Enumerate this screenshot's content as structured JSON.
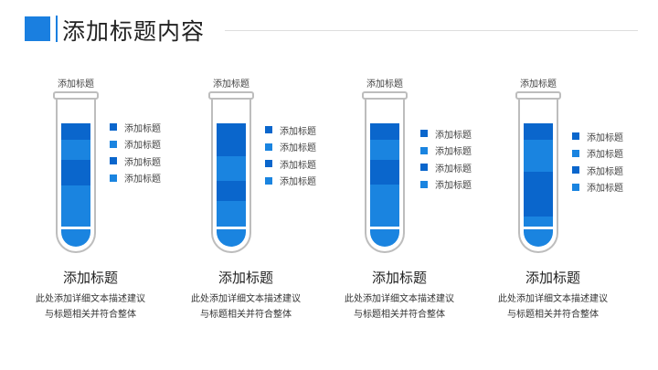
{
  "header": {
    "title": "添加标题内容",
    "accent": "#1a7fe0"
  },
  "colors": {
    "dark": "#0a66cc",
    "light": "#1a84e0"
  },
  "tubes": [
    {
      "label": "添加标题",
      "segments_percent": [
        16,
        19,
        25,
        40
      ],
      "legend": [
        "添加标题",
        "添加标题",
        "添加标题",
        "添加标题"
      ],
      "title": "添加标题",
      "desc_line1": "此处添加详细文本描述建议",
      "desc_line2": "与标题相关并符合整体"
    },
    {
      "label": "添加标题",
      "segments_percent": [
        32,
        24,
        19,
        25
      ],
      "legend": [
        "添加标题",
        "添加标题",
        "添加标题",
        "添加标题"
      ],
      "title": "添加标题",
      "desc_line1": "此处添加详细文本描述建议",
      "desc_line2": "与标题相关并符合整体"
    },
    {
      "label": "添加标题",
      "segments_percent": [
        16,
        19,
        24,
        41
      ],
      "legend": [
        "添加标题",
        "添加标题",
        "添加标题",
        "添加标题"
      ],
      "title": "添加标题",
      "desc_line1": "此处添加详细文本描述建议",
      "desc_line2": "与标题相关并符合整体"
    },
    {
      "label": "添加标题",
      "segments_percent": [
        16,
        31,
        43,
        10
      ],
      "legend": [
        "添加标题",
        "添加标题",
        "添加标题",
        "添加标题"
      ],
      "title": "添加标题",
      "desc_line1": "此处添加详细文本描述建议",
      "desc_line2": "与标题相关并符合整体"
    }
  ]
}
